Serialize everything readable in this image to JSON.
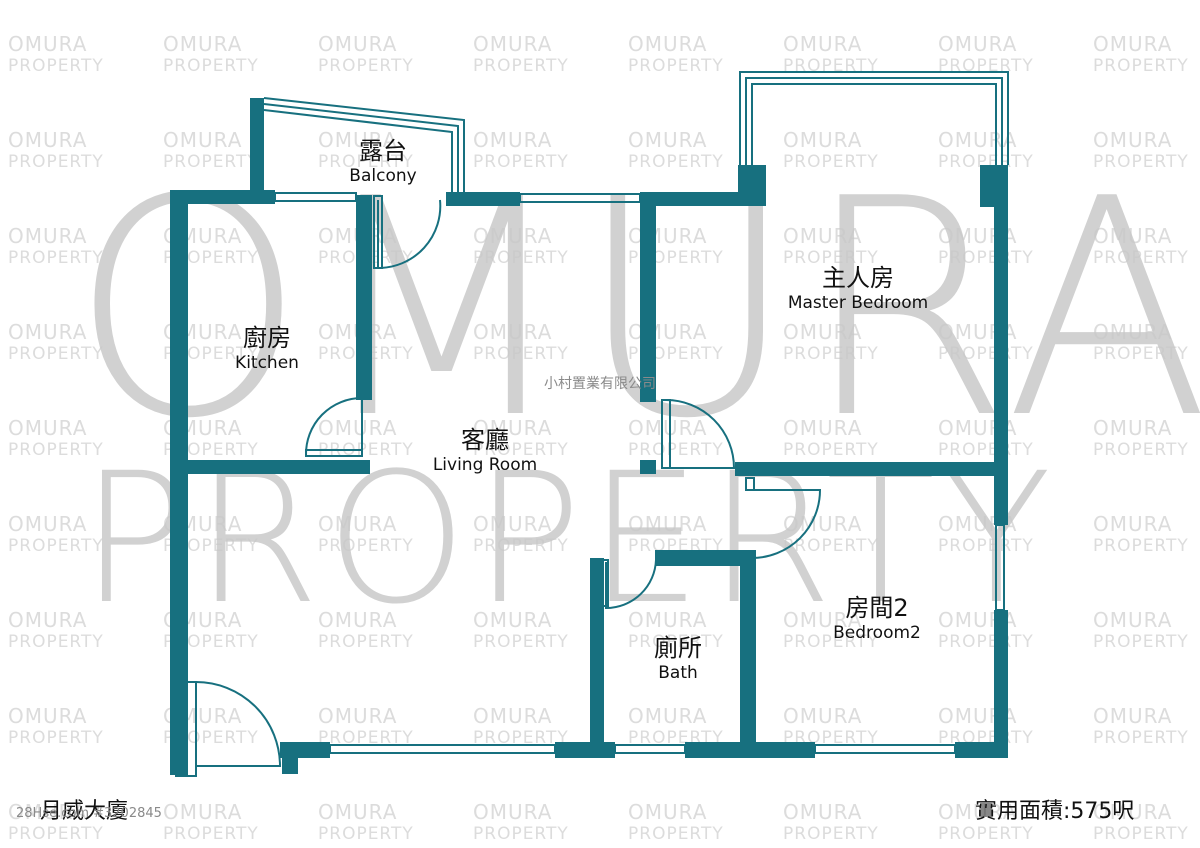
{
  "watermark": {
    "small_line1": "OMURA",
    "small_line2": "PROPERTY",
    "big_line1": "OMURA",
    "big_line2": "PROPERTY",
    "company": "小村置業有限公司"
  },
  "rooms": {
    "balcony": {
      "zh": "露台",
      "en": "Balcony"
    },
    "kitchen": {
      "zh": "廚房",
      "en": "Kitchen"
    },
    "living": {
      "zh": "客廳",
      "en": "Living Room"
    },
    "master": {
      "zh": "主人房",
      "en": "Master Bedroom"
    },
    "bath": {
      "zh": "廁所",
      "en": "Bath"
    },
    "bedroom2": {
      "zh": "房間2",
      "en": "Bedroom2"
    }
  },
  "footer": {
    "building": "月威大廈",
    "area": "實用面積:575呎",
    "ref": "28Hse.com #3202845"
  },
  "colors": {
    "wall": "#17707f",
    "watermark": "#c9c9c9"
  }
}
